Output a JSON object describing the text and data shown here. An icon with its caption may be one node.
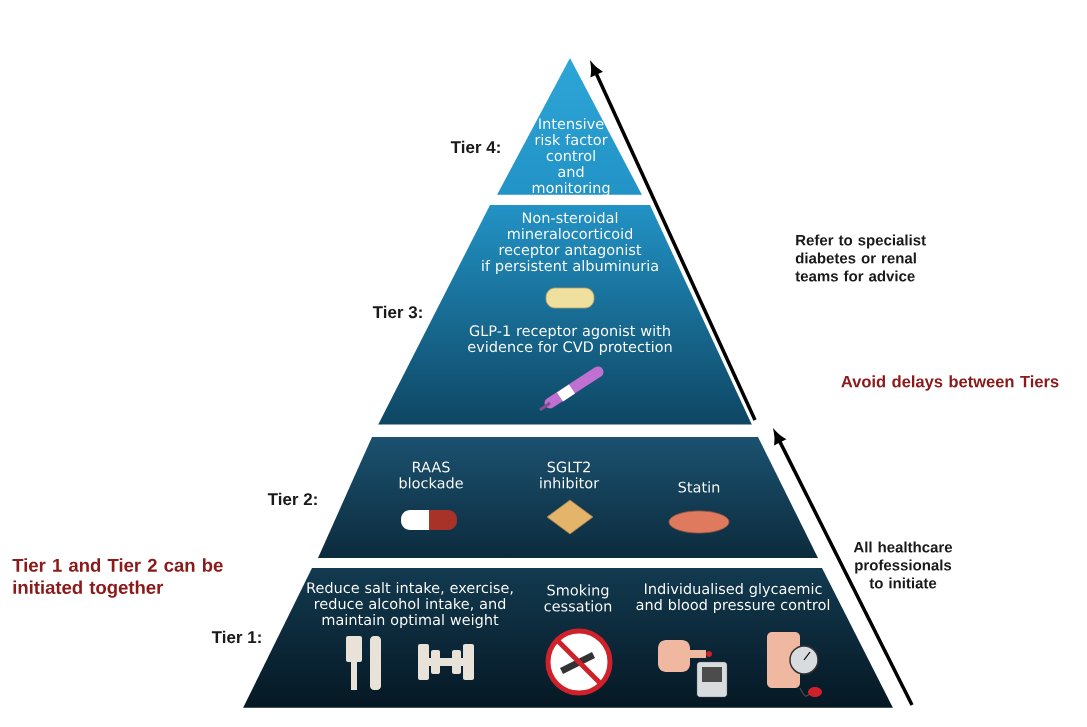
{
  "diagram": {
    "nodes": [
      {
        "text": [
          "Intensive risk factor control and monitoring"
        ],
        "beside": [
          "Tier 4:"
        ]
      },
      {
        "text": [
          "Non-steroidal mineralocorticoid receptor antagonist if persistent albuminuria",
          "GLP-1 receptor agonist with evidence for CVD protection"
        ],
        "beside": [
          "Tier 3:"
        ]
      },
      {
        "text": [
          "RAAS blockade",
          "SGLT2 inhibitor",
          "Statin"
        ],
        "beside": [
          "Tier 2:"
        ]
      },
      {
        "text": [
          "Reduce salt intake, exercise, reduce alcohol intake, and maintain optimal weight",
          "Smoking cessation",
          "Individualised glycaemic and blood pressure control"
        ],
        "beside": [
          "Tier 1:"
        ]
      }
    ],
    "labels": [
      "Refer to specialist diabetes or renal teams for advice",
      "Avoid delays between Tiers",
      "All healthcare professionals to initiate",
      "Tier 1 and Tier 2 can be initiated together"
    ]
  }
}
